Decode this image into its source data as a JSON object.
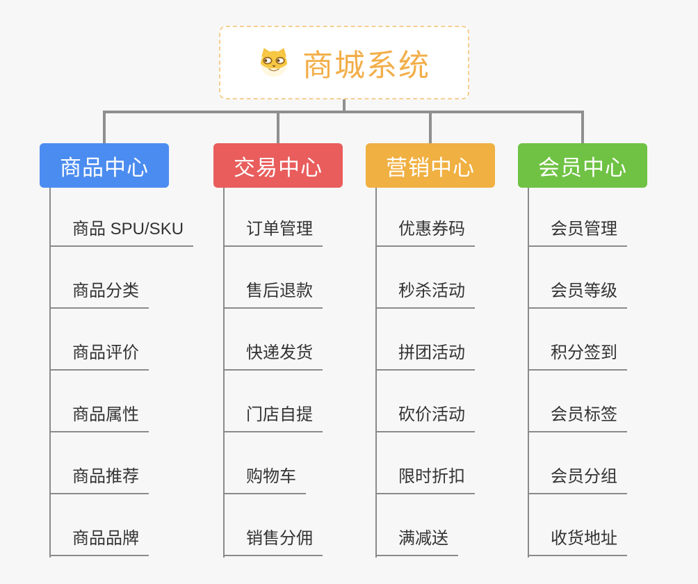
{
  "root": {
    "title": "商城系统",
    "icon": "doge-icon"
  },
  "branches": [
    {
      "label": "商品中心",
      "color": "#4b8cf0",
      "children": [
        "商品 SPU/SKU",
        "商品分类",
        "商品评价",
        "商品属性",
        "商品推荐",
        "商品品牌"
      ]
    },
    {
      "label": "交易中心",
      "color": "#e95d5d",
      "children": [
        "订单管理",
        "售后退款",
        "快递发货",
        "门店自提",
        "购物车",
        "销售分佣"
      ]
    },
    {
      "label": "营销中心",
      "color": "#f0b042",
      "children": [
        "优惠券码",
        "秒杀活动",
        "拼团活动",
        "砍价活动",
        "限时折扣",
        "满减送"
      ]
    },
    {
      "label": "会员中心",
      "color": "#6fc243",
      "children": [
        "会员管理",
        "会员等级",
        "积分签到",
        "会员标签",
        "会员分组",
        "收货地址"
      ]
    }
  ],
  "colors": {
    "background": "#f7f7f7",
    "connector": "#8f8f8f",
    "underline": "#8a8a8a",
    "leaf_text": "#333333",
    "root_text": "#f2ae49",
    "root_border": "#f6cf92",
    "node_text": "#ffffff"
  }
}
